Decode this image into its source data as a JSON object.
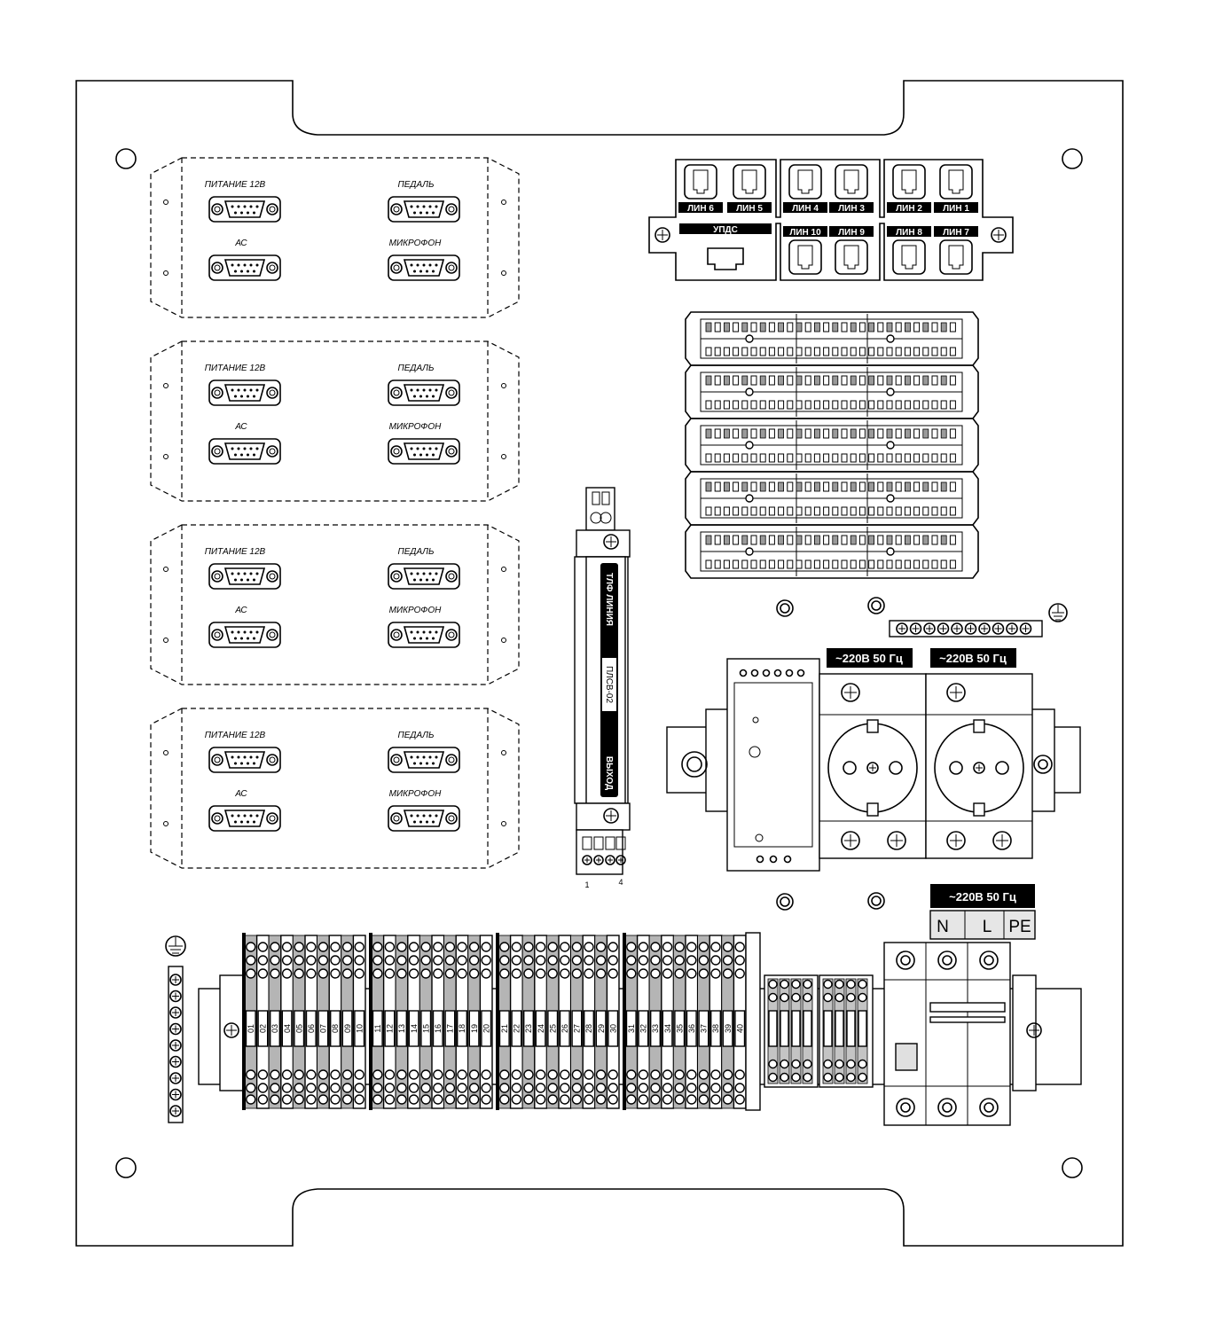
{
  "connector_panels": {
    "power_label": "ПИТАНИЕ 12В",
    "pedal_label": "ПЕДАЛЬ",
    "speaker_label": "АС",
    "mic_label": "МИКРОФОН"
  },
  "line_jacks": {
    "top": [
      "ЛИН 6",
      "ЛИН 5",
      "ЛИН 4",
      "ЛИН 3",
      "ЛИН 2",
      "ЛИН 1"
    ],
    "bottom": [
      "ЛИН 10",
      "ЛИН 9",
      "ЛИН 8",
      "ЛИН 7"
    ],
    "updc_label": "УПДС"
  },
  "surge_module": {
    "line_label": "ТЛФ ЛИНИЯ",
    "model_label": "ПЛСВ-02",
    "output_label": "ВЫХОД",
    "pin_first": "1",
    "pin_last": "4"
  },
  "sockets": {
    "label_1": "~220В 50 Гц",
    "label_2": "~220В 50 Гц"
  },
  "breaker_block": {
    "title": "~220В 50 Гц",
    "terminals": [
      "N",
      "L",
      "PE"
    ]
  },
  "terminal_numbers": [
    "01",
    "02",
    "03",
    "04",
    "05",
    "06",
    "07",
    "08",
    "09",
    "10",
    "11",
    "12",
    "13",
    "14",
    "15",
    "16",
    "17",
    "18",
    "19",
    "20",
    "21",
    "22",
    "23",
    "24",
    "25",
    "26",
    "27",
    "28",
    "29",
    "30",
    "31",
    "32",
    "33",
    "34",
    "35",
    "36",
    "37",
    "38",
    "39",
    "40"
  ]
}
